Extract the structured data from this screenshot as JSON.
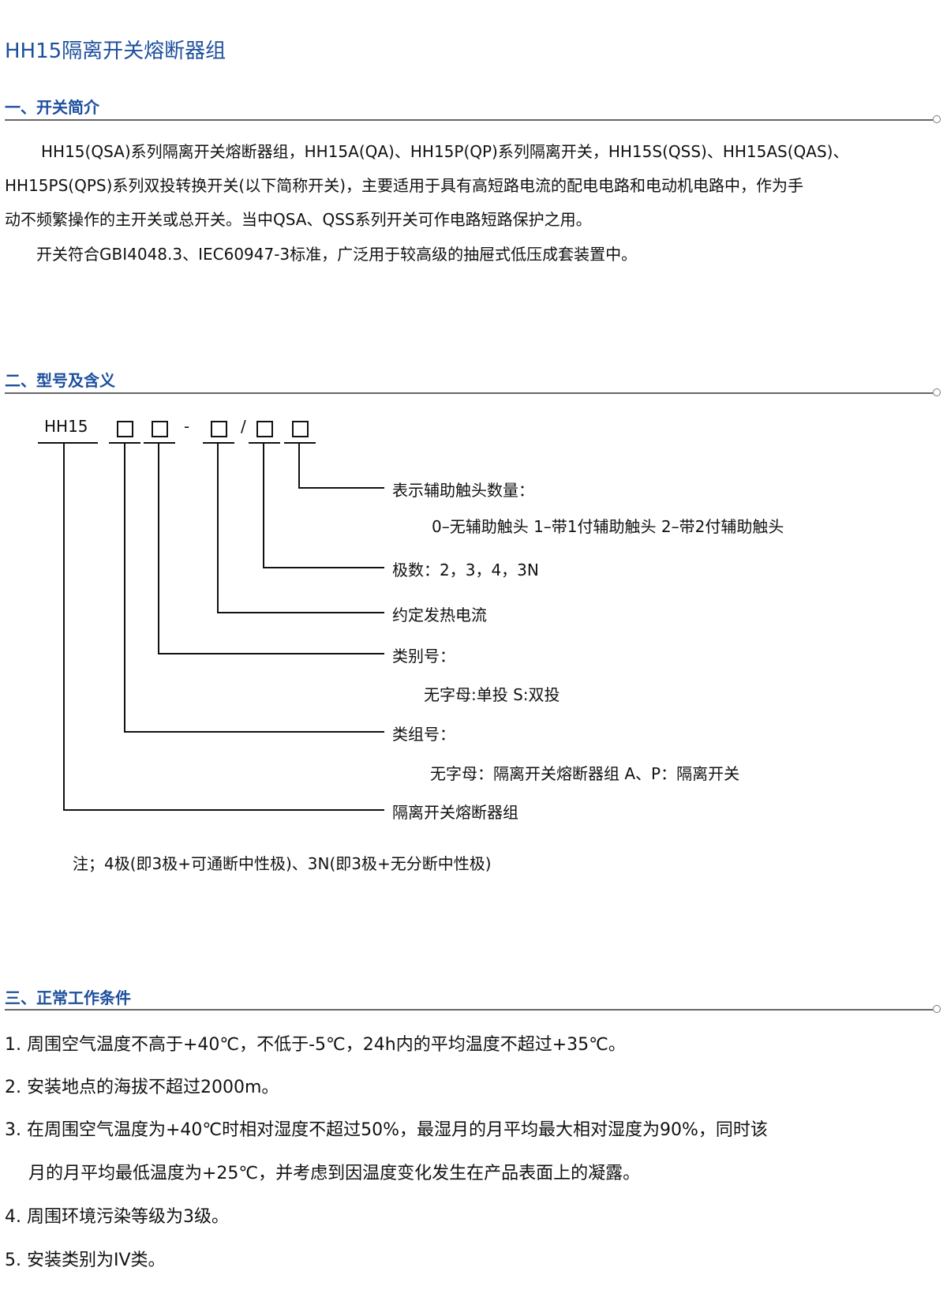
{
  "title": "HH15隔离开关熔断器组",
  "sections": [
    {
      "heading": "一、开关简介"
    },
    {
      "heading": "二、型号及含义"
    },
    {
      "heading": "三、正常工作条件"
    }
  ],
  "intro": {
    "lines": [
      "HH15(QSA)系列隔离开关熔断器组，HH15A(QA)、HH15P(QP)系列隔离开关，HH15S(QSS)、HH15AS(QAS)、",
      "HH15PS(QPS)系列双投转换开关(以下简称开关)，主要适用于具有高短路电流的配电电路和电动机电路中，作为手",
      "动不频繁操作的主开关或总开关。当中QSA、QSS系列开关可作电路短路保护之用。",
      "开关符合GBI4048.3、IEC60947-3标准，广泛用于较高级的抽屉式低压成套装置中。"
    ]
  },
  "model": {
    "prefix": "HH15",
    "dash": "-",
    "slash": "/",
    "labels": {
      "aux": "表示辅助触头数量：",
      "aux_desc": "0–无辅助触头   1–带1付辅助触头   2–带2付辅助触头",
      "poles": "极数：2，3，4，3N",
      "current": "约定发热电流",
      "category": "类别号：",
      "category_desc": "无字母:单投      S:双投",
      "group": "类组号：",
      "group_desc": "无字母：隔离开关熔断器组     A、P：隔离开关",
      "base": "隔离开关熔断器组"
    },
    "note": "注；4极(即3极+可通断中性极)、3N(即3极+无分断中性极)"
  },
  "conditions": [
    "1. 周围空气温度不高于+40℃，不低于-5℃，24h内的平均温度不超过+35℃。",
    "2. 安装地点的海拔不超过2000m。",
    "3. 在周围空气温度为+40℃时相对湿度不超过50%，最湿月的月平均最大相对湿度为90%，同时该",
    "月的月平均最低温度为+25℃，并考虑到因温度变化发生在产品表面上的凝露。",
    "4. 周围环境污染等级为3级。",
    "5. 安装类别为IV类。"
  ]
}
